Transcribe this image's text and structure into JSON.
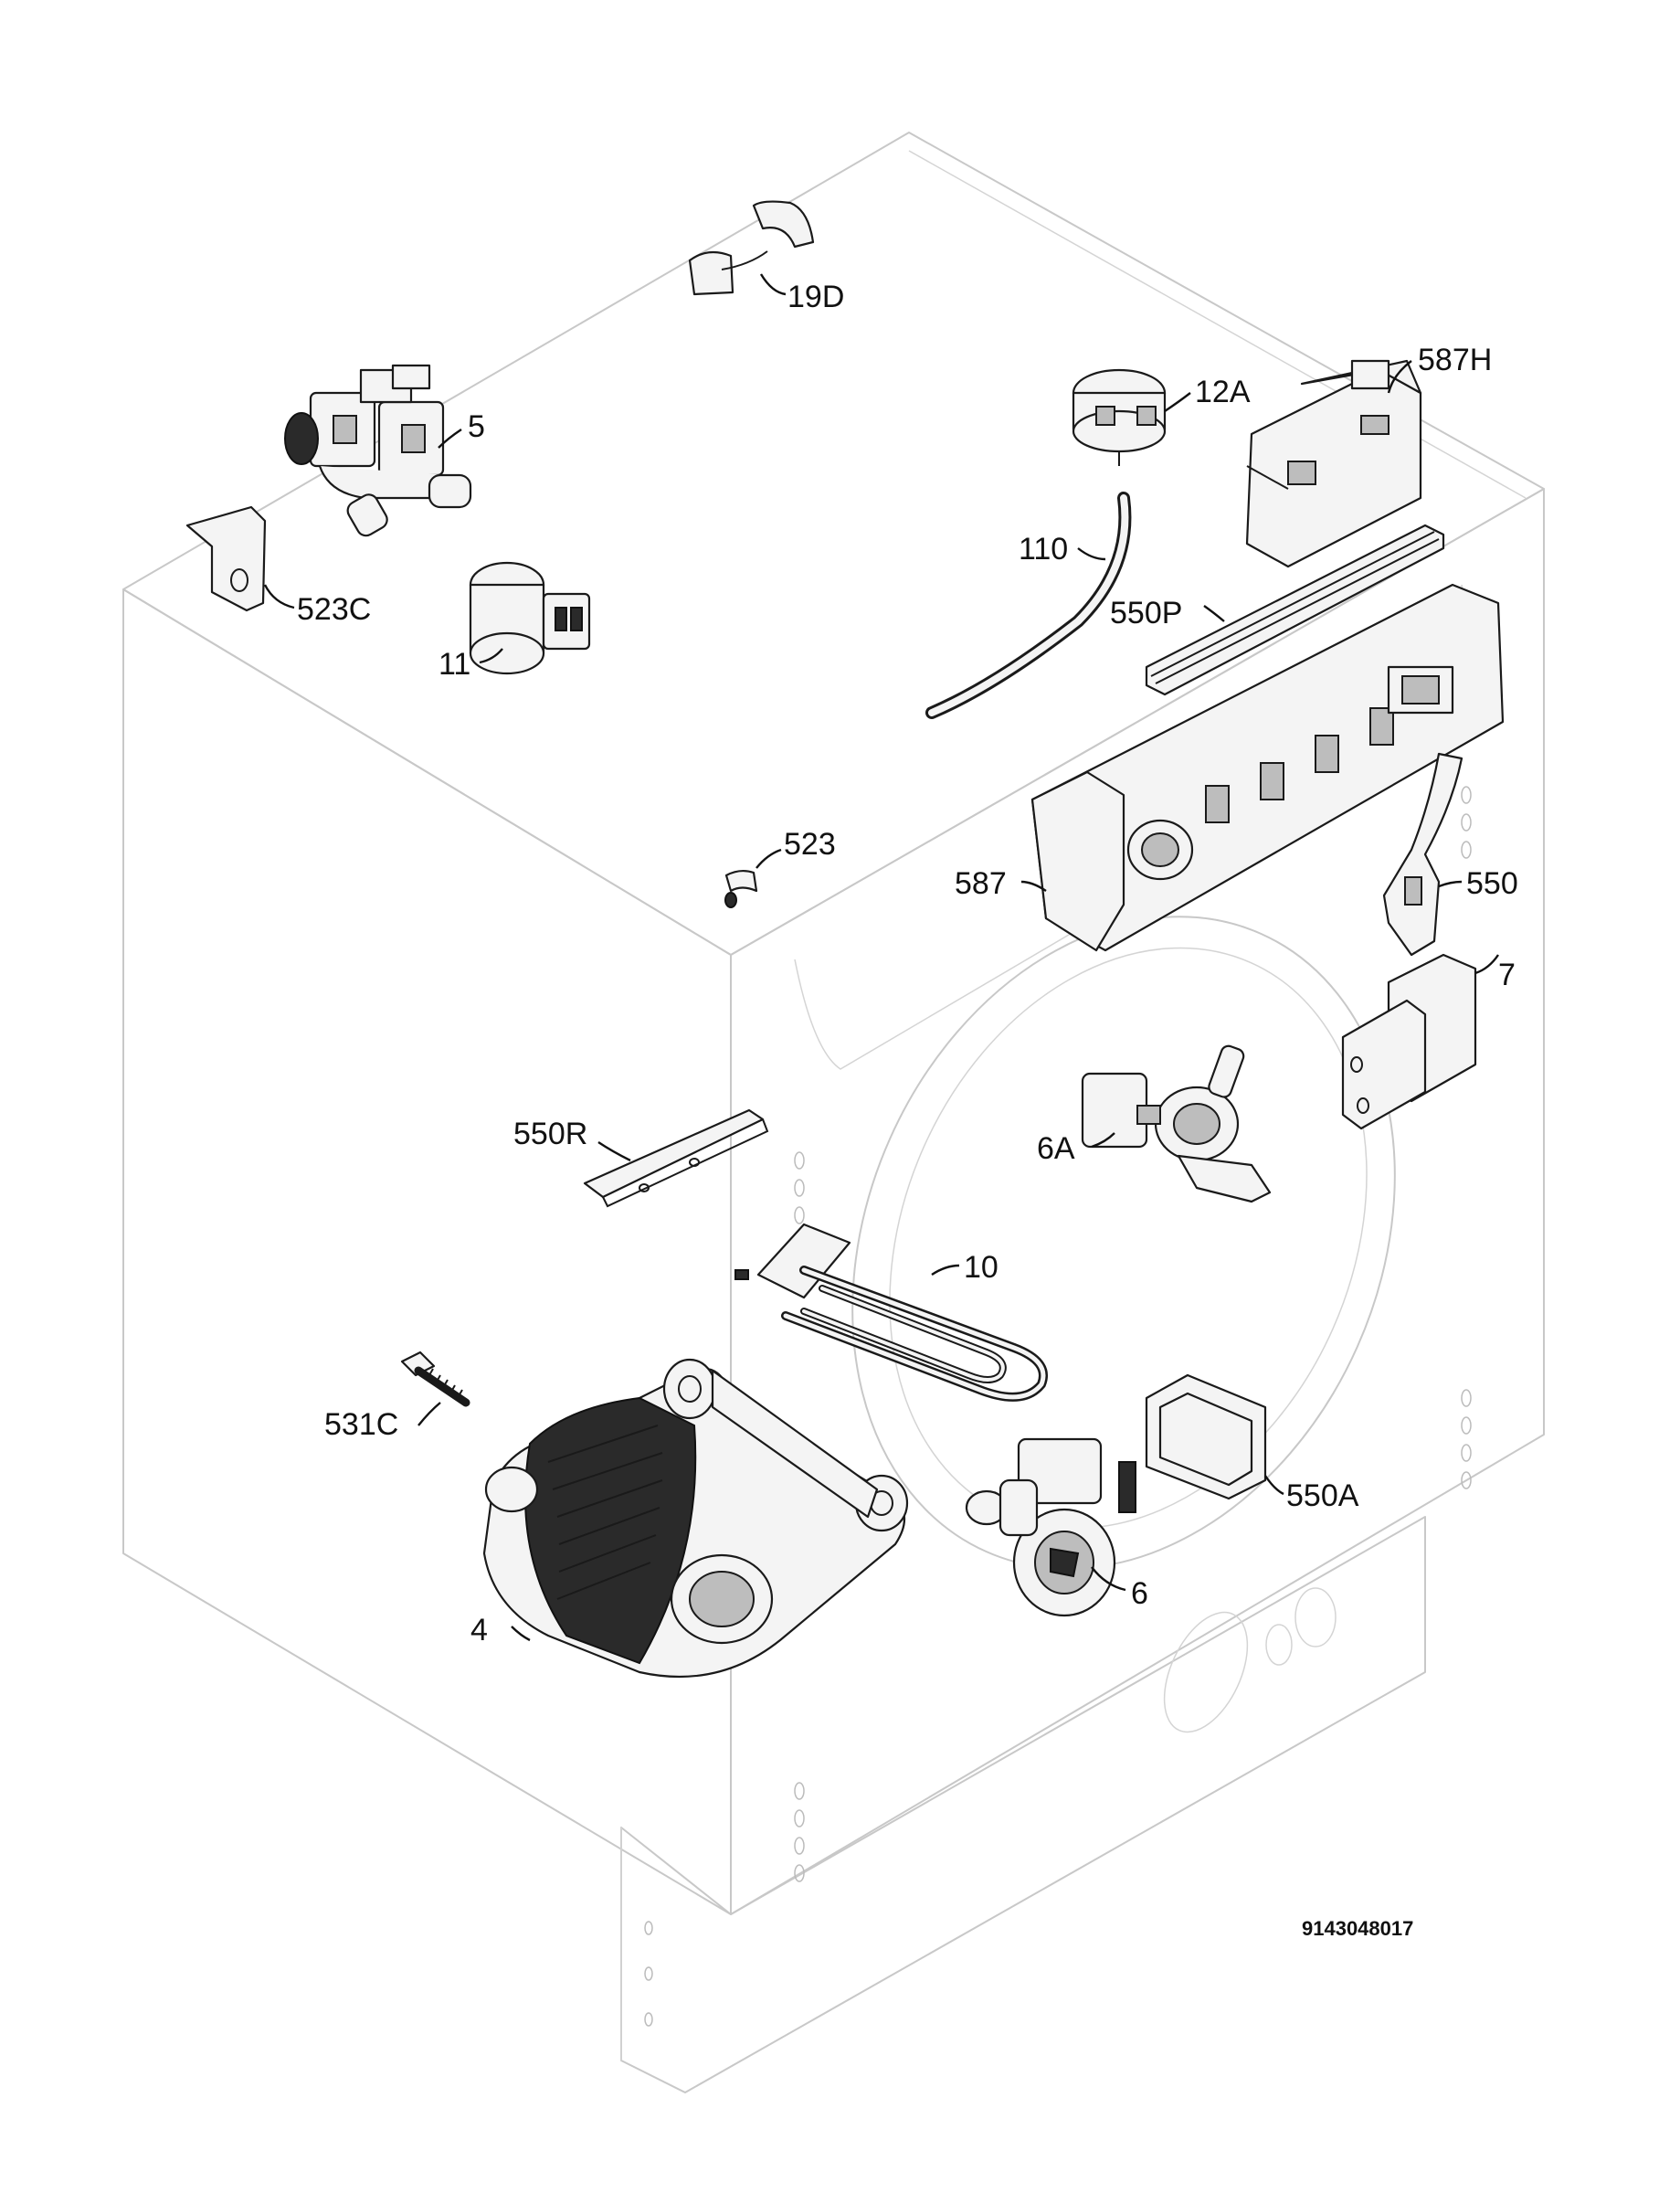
{
  "document_number": "9143048017",
  "parts": [
    {
      "id": "p19D",
      "label": "19D"
    },
    {
      "id": "p5",
      "label": "5"
    },
    {
      "id": "p523C",
      "label": "523C"
    },
    {
      "id": "p11",
      "label": "11"
    },
    {
      "id": "p12A",
      "label": "12A"
    },
    {
      "id": "p587H",
      "label": "587H"
    },
    {
      "id": "p110",
      "label": "110"
    },
    {
      "id": "p550P",
      "label": "550P"
    },
    {
      "id": "p523",
      "label": "523"
    },
    {
      "id": "p587",
      "label": "587"
    },
    {
      "id": "p550",
      "label": "550"
    },
    {
      "id": "p7",
      "label": "7"
    },
    {
      "id": "p6A",
      "label": "6A"
    },
    {
      "id": "p550R",
      "label": "550R"
    },
    {
      "id": "p10",
      "label": "10"
    },
    {
      "id": "p531C",
      "label": "531C"
    },
    {
      "id": "p550A",
      "label": "550A"
    },
    {
      "id": "p6",
      "label": "6"
    },
    {
      "id": "p4",
      "label": "4"
    }
  ]
}
